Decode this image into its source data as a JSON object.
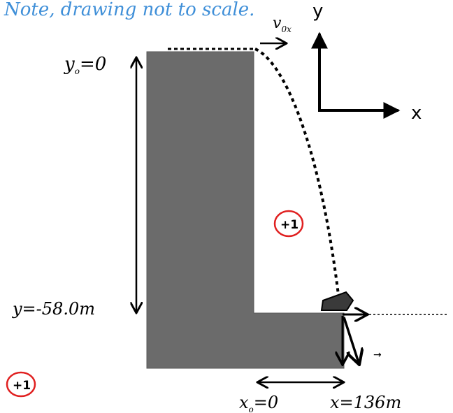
{
  "note": "Note, drawing not to scale.",
  "labels": {
    "v0x_main": "v",
    "v0x_sub": "0x",
    "y0_main": "y",
    "y0_sub": "o",
    "y0_rest": "=0",
    "y_final": "y=-58.0m",
    "x0_main": "x",
    "x0_sub": "o",
    "x0_rest": "=0",
    "x_final": "x=136m",
    "axis_y": "y",
    "axis_x": "x",
    "small_mark": "→",
    "badge_1": "+1",
    "badge_2": "+1"
  },
  "colors": {
    "note": "#3f8fd8",
    "cliff": "#6b6b6b",
    "ink": "#000000",
    "badge": "#e02020"
  }
}
